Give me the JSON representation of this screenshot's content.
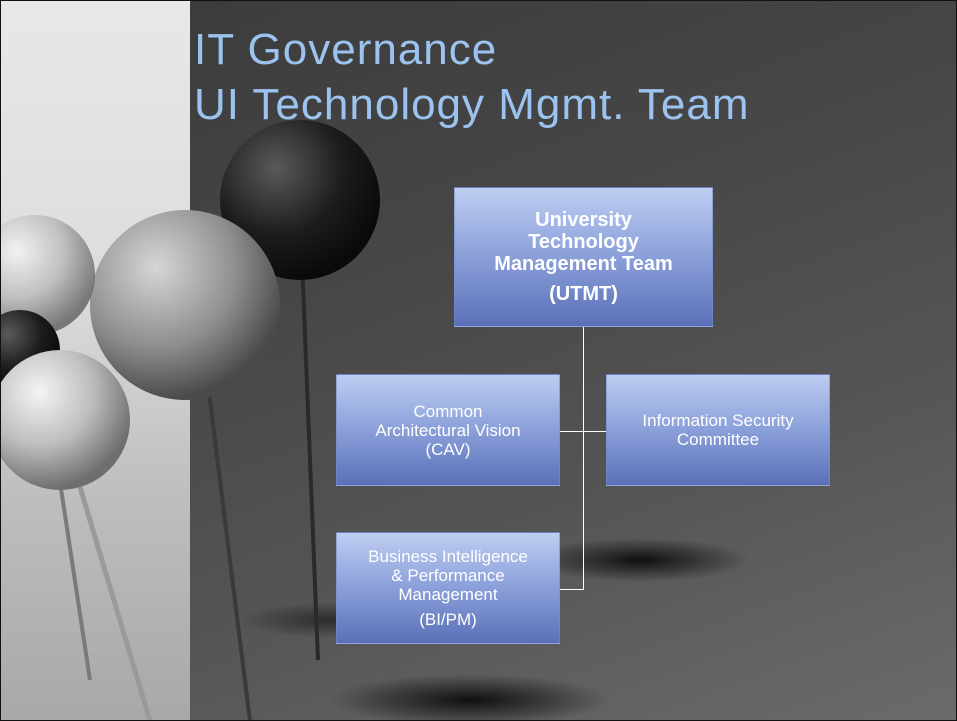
{
  "slide": {
    "title_line1": "IT Governance",
    "title_line2": "UI Technology Mgmt. Team"
  },
  "org_chart": {
    "root": {
      "line1": "University",
      "line2": "Technology",
      "line3": "Management Team",
      "abbr": "(UTMT)"
    },
    "cav": {
      "line1": "Common",
      "line2": "Architectural Vision",
      "abbr": "(CAV)"
    },
    "isc": {
      "line1": "Information Security",
      "line2": "Committee"
    },
    "bipm": {
      "line1": "Business Intelligence",
      "line2": "& Performance",
      "line3": "Management",
      "abbr": "(BI/PM)"
    }
  },
  "colors": {
    "title": "#9cc3ef",
    "box_top": "#bfcdf2",
    "box_bottom": "#5b70b8",
    "connector": "#ffffff",
    "background_dark": "#474747",
    "background_light": "#e8e8e8"
  }
}
